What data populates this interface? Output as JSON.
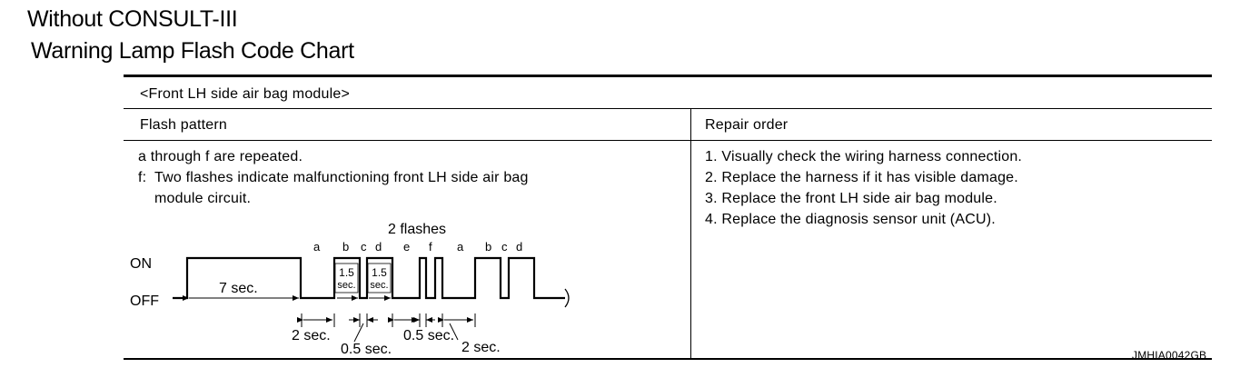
{
  "header": {
    "title": "Without CONSULT-III",
    "subtitle": "Warning Lamp Flash Code Chart"
  },
  "table": {
    "module_label": "<Front LH side air bag module>",
    "col_flash": "Flash pattern",
    "col_repair": "Repair order",
    "flash_desc": {
      "line1": "a through f are repeated.",
      "line2_prefix": "f:",
      "line2": "Two flashes indicate malfunctioning front LH side air bag",
      "line3": "module  circuit."
    },
    "repair_steps": [
      {
        "num": "1.",
        "text": "Visually check the wiring harness connection."
      },
      {
        "num": "2.",
        "text": "Replace the harness if it has visible damage."
      },
      {
        "num": "3.",
        "text": "Replace the front LH side air bag module."
      },
      {
        "num": "4.",
        "text": "Replace the diagnosis sensor unit (ACU)."
      }
    ]
  },
  "diagram": {
    "flashes_label": "2 flashes",
    "on_label": "ON",
    "off_label": "OFF",
    "seven_sec": "7 sec.",
    "segment_letters": [
      "a",
      "b",
      "c",
      "d",
      "e",
      "f",
      "a",
      "b",
      "c",
      "d"
    ],
    "box_label_top": "1.5",
    "box_label_bottom": "sec.",
    "two_sec_left": "2 sec.",
    "half_sec_left": "0.5 sec.",
    "half_sec_right": "0.5 sec.",
    "two_sec_right": "2 sec."
  },
  "footer": {
    "doc_code": "JMHIA0042GB"
  }
}
